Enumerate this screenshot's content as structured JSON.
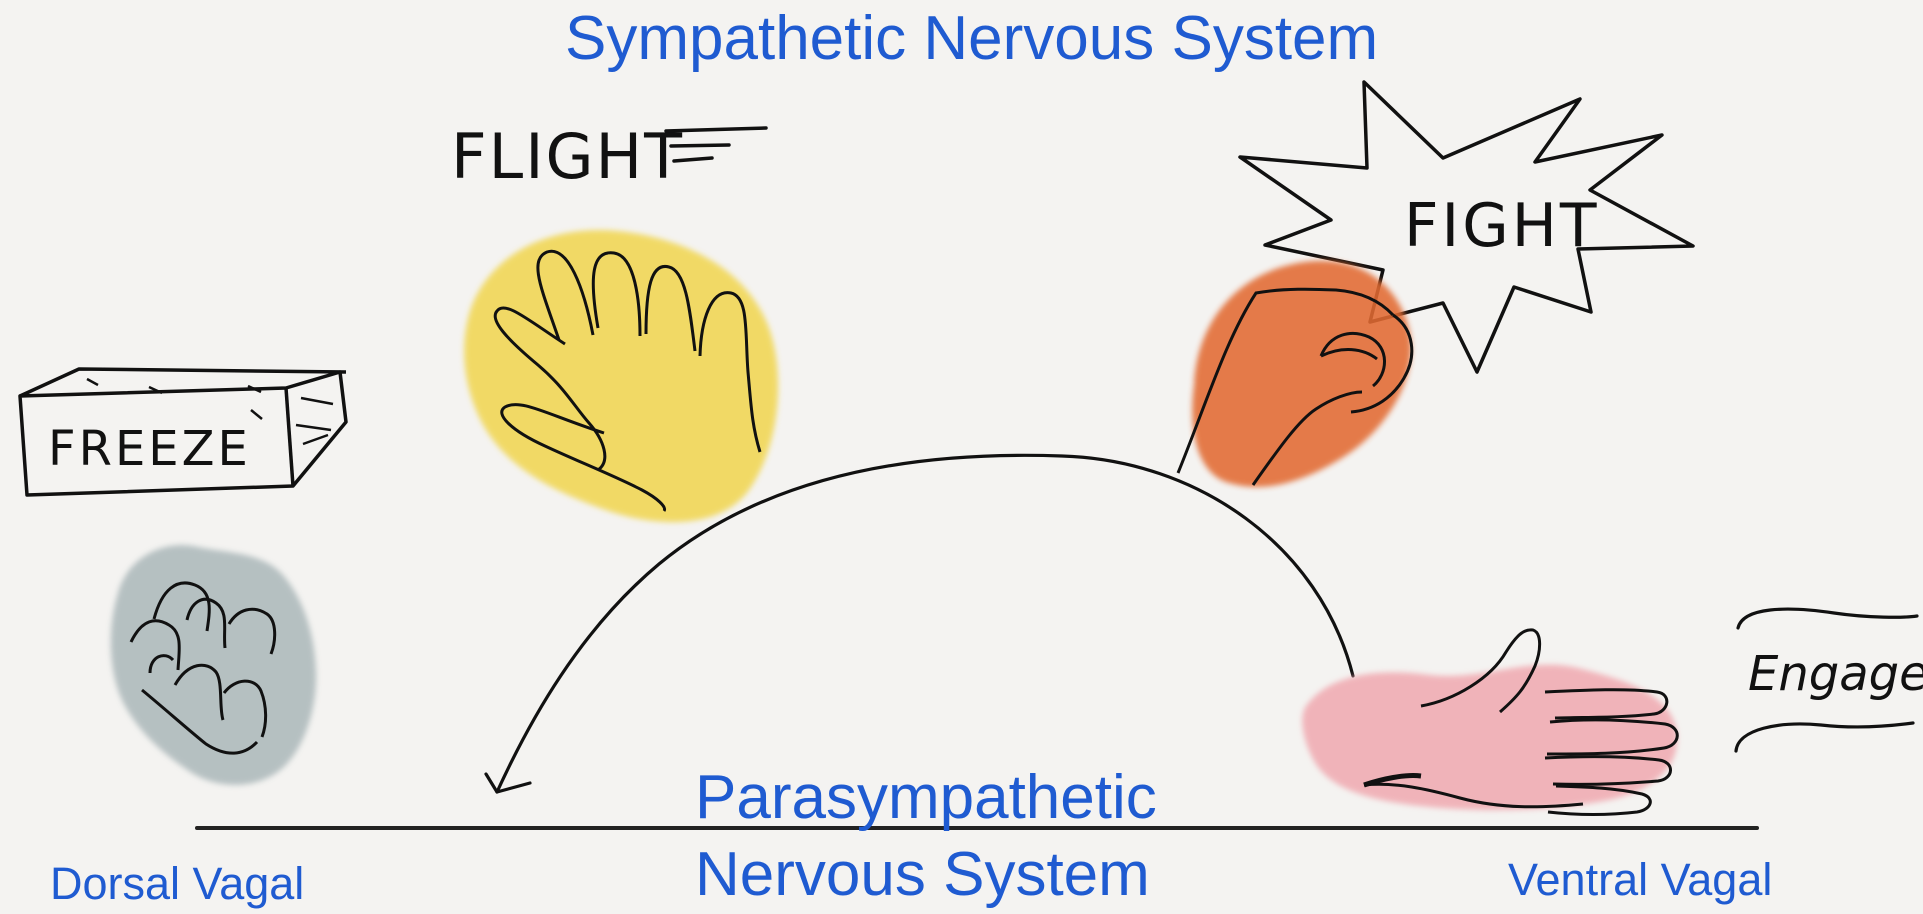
{
  "diagram": {
    "top_title": "Sympathetic Nervous System",
    "bottom_title_line1": "Parasympathetic",
    "bottom_title_line2": "Nervous System",
    "left_label": "Dorsal Vagal",
    "right_label": "Ventral Vagal",
    "sketch_labels": {
      "flight": "FLIGHT",
      "fight": "FIGHT",
      "freeze": "FREEZE",
      "engage": "Engage"
    },
    "colors": {
      "title_blue": "#1f5bd1",
      "background": "#f4f3f1",
      "ink": "#111111",
      "flight_wash": "#f2d84f",
      "fight_wash": "#e26d35",
      "freeze_wash": "#a9b6b8",
      "engage_wash": "#f0a8b0"
    }
  }
}
